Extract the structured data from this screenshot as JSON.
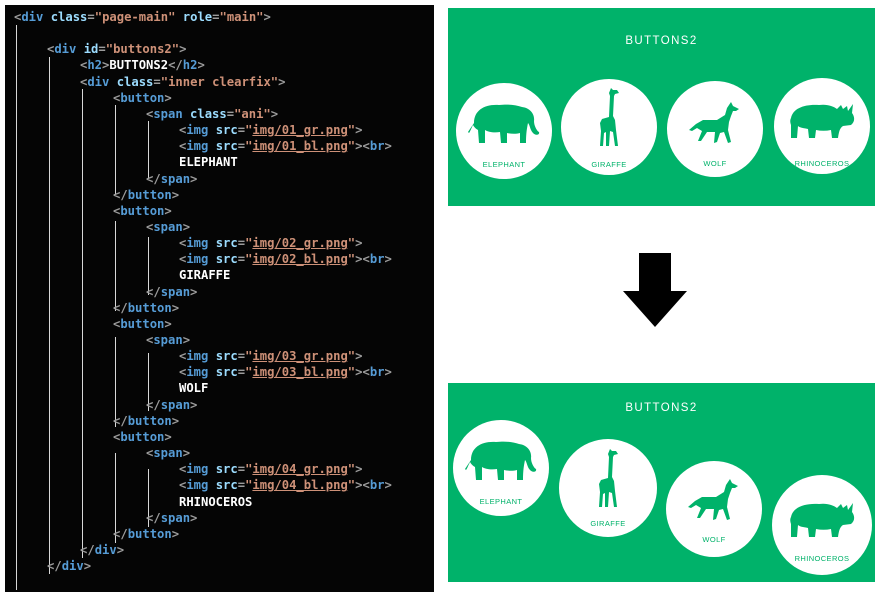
{
  "code": {
    "lines": [
      [
        [
          "p",
          "<"
        ],
        [
          "t",
          "div "
        ],
        [
          "a",
          "class"
        ],
        [
          "p",
          "="
        ],
        [
          "v",
          "\"page-main\""
        ],
        [
          "a",
          " role"
        ],
        [
          "p",
          "="
        ],
        [
          "v",
          "\"main\""
        ],
        [
          "p",
          ">"
        ]
      ],
      [],
      [
        [
          "p",
          "<"
        ],
        [
          "t",
          "div "
        ],
        [
          "a",
          "id"
        ],
        [
          "p",
          "="
        ],
        [
          "v",
          "\"buttons2\""
        ],
        [
          "p",
          ">"
        ]
      ],
      [
        [
          "p",
          "<"
        ],
        [
          "t",
          "h2"
        ],
        [
          "p",
          ">"
        ],
        [
          "x",
          "BUTTONS2"
        ],
        [
          "p",
          "</"
        ],
        [
          "t",
          "h2"
        ],
        [
          "p",
          ">"
        ]
      ],
      [
        [
          "p",
          "<"
        ],
        [
          "t",
          "div "
        ],
        [
          "a",
          "class"
        ],
        [
          "p",
          "="
        ],
        [
          "v",
          "\"inner clearfix\""
        ],
        [
          "p",
          ">"
        ]
      ],
      [
        [
          "p",
          "<"
        ],
        [
          "t",
          "button"
        ],
        [
          "p",
          ">"
        ]
      ],
      [
        [
          "p",
          "<"
        ],
        [
          "t",
          "span "
        ],
        [
          "a",
          "class"
        ],
        [
          "p",
          "="
        ],
        [
          "v",
          "\"ani\""
        ],
        [
          "p",
          ">"
        ]
      ],
      [
        [
          "p",
          "<"
        ],
        [
          "t",
          "img "
        ],
        [
          "a",
          "src"
        ],
        [
          "p",
          "="
        ],
        [
          "v",
          "\""
        ],
        [
          "u",
          "img/01_gr.png"
        ],
        [
          "v",
          "\""
        ],
        [
          "p",
          ">"
        ]
      ],
      [
        [
          "p",
          "<"
        ],
        [
          "t",
          "img "
        ],
        [
          "a",
          "src"
        ],
        [
          "p",
          "="
        ],
        [
          "v",
          "\""
        ],
        [
          "u",
          "img/01_bl.png"
        ],
        [
          "v",
          "\""
        ],
        [
          "p",
          ">"
        ],
        [
          "p",
          "<"
        ],
        [
          "t",
          "br"
        ],
        [
          "p",
          ">"
        ]
      ],
      [
        [
          "x",
          "ELEPHANT"
        ]
      ],
      [
        [
          "p",
          "</"
        ],
        [
          "t",
          "span"
        ],
        [
          "p",
          ">"
        ]
      ],
      [
        [
          "p",
          "</"
        ],
        [
          "t",
          "button"
        ],
        [
          "p",
          ">"
        ]
      ],
      [
        [
          "p",
          "<"
        ],
        [
          "t",
          "button"
        ],
        [
          "p",
          ">"
        ]
      ],
      [
        [
          "p",
          "<"
        ],
        [
          "t",
          "span"
        ],
        [
          "p",
          ">"
        ]
      ],
      [
        [
          "p",
          "<"
        ],
        [
          "t",
          "img "
        ],
        [
          "a",
          "src"
        ],
        [
          "p",
          "="
        ],
        [
          "v",
          "\""
        ],
        [
          "u",
          "img/02_gr.png"
        ],
        [
          "v",
          "\""
        ],
        [
          "p",
          ">"
        ]
      ],
      [
        [
          "p",
          "<"
        ],
        [
          "t",
          "img "
        ],
        [
          "a",
          "src"
        ],
        [
          "p",
          "="
        ],
        [
          "v",
          "\""
        ],
        [
          "u",
          "img/02_bl.png"
        ],
        [
          "v",
          "\""
        ],
        [
          "p",
          ">"
        ],
        [
          "p",
          "<"
        ],
        [
          "t",
          "br"
        ],
        [
          "p",
          ">"
        ]
      ],
      [
        [
          "x",
          "GIRAFFE"
        ]
      ],
      [
        [
          "p",
          "</"
        ],
        [
          "t",
          "span"
        ],
        [
          "p",
          ">"
        ]
      ],
      [
        [
          "p",
          "</"
        ],
        [
          "t",
          "button"
        ],
        [
          "p",
          ">"
        ]
      ],
      [
        [
          "p",
          "<"
        ],
        [
          "t",
          "button"
        ],
        [
          "p",
          ">"
        ]
      ],
      [
        [
          "p",
          "<"
        ],
        [
          "t",
          "span"
        ],
        [
          "p",
          ">"
        ]
      ],
      [
        [
          "p",
          "<"
        ],
        [
          "t",
          "img "
        ],
        [
          "a",
          "src"
        ],
        [
          "p",
          "="
        ],
        [
          "v",
          "\""
        ],
        [
          "u",
          "img/03_gr.png"
        ],
        [
          "v",
          "\""
        ],
        [
          "p",
          ">"
        ]
      ],
      [
        [
          "p",
          "<"
        ],
        [
          "t",
          "img "
        ],
        [
          "a",
          "src"
        ],
        [
          "p",
          "="
        ],
        [
          "v",
          "\""
        ],
        [
          "u",
          "img/03_bl.png"
        ],
        [
          "v",
          "\""
        ],
        [
          "p",
          ">"
        ],
        [
          "p",
          "<"
        ],
        [
          "t",
          "br"
        ],
        [
          "p",
          ">"
        ]
      ],
      [
        [
          "x",
          "WOLF"
        ]
      ],
      [
        [
          "p",
          "</"
        ],
        [
          "t",
          "span"
        ],
        [
          "p",
          ">"
        ]
      ],
      [
        [
          "p",
          "</"
        ],
        [
          "t",
          "button"
        ],
        [
          "p",
          ">"
        ]
      ],
      [
        [
          "p",
          "<"
        ],
        [
          "t",
          "button"
        ],
        [
          "p",
          ">"
        ]
      ],
      [
        [
          "p",
          "<"
        ],
        [
          "t",
          "span"
        ],
        [
          "p",
          ">"
        ]
      ],
      [
        [
          "p",
          "<"
        ],
        [
          "t",
          "img "
        ],
        [
          "a",
          "src"
        ],
        [
          "p",
          "="
        ],
        [
          "v",
          "\""
        ],
        [
          "u",
          "img/04_gr.png"
        ],
        [
          "v",
          "\""
        ],
        [
          "p",
          ">"
        ]
      ],
      [
        [
          "p",
          "<"
        ],
        [
          "t",
          "img "
        ],
        [
          "a",
          "src"
        ],
        [
          "p",
          "="
        ],
        [
          "v",
          "\""
        ],
        [
          "u",
          "img/04_bl.png"
        ],
        [
          "v",
          "\""
        ],
        [
          "p",
          ">"
        ],
        [
          "p",
          "<"
        ],
        [
          "t",
          "br"
        ],
        [
          "p",
          ">"
        ]
      ],
      [
        [
          "x",
          "RHINOCEROS"
        ]
      ],
      [
        [
          "p",
          "</"
        ],
        [
          "t",
          "span"
        ],
        [
          "p",
          ">"
        ]
      ],
      [
        [
          "p",
          "</"
        ],
        [
          "t",
          "button"
        ],
        [
          "p",
          ">"
        ]
      ],
      [
        [
          "p",
          "</"
        ],
        [
          "t",
          "div"
        ],
        [
          "p",
          ">"
        ]
      ],
      [
        [
          "p",
          "</"
        ],
        [
          "t",
          "div"
        ],
        [
          "p",
          ">"
        ]
      ]
    ]
  },
  "preview": {
    "title": "BUTTONS2",
    "buttons": [
      {
        "label": "ELEPHANT",
        "icon": "elephant-icon"
      },
      {
        "label": "GIRAFFE",
        "icon": "giraffe-icon"
      },
      {
        "label": "WOLF",
        "icon": "wolf-icon"
      },
      {
        "label": "RHINOCEROS",
        "icon": "rhinoceros-icon"
      }
    ]
  },
  "colors": {
    "panel_green": "#00b26a",
    "editor_bg": "#050505",
    "arrow": "#000000"
  }
}
